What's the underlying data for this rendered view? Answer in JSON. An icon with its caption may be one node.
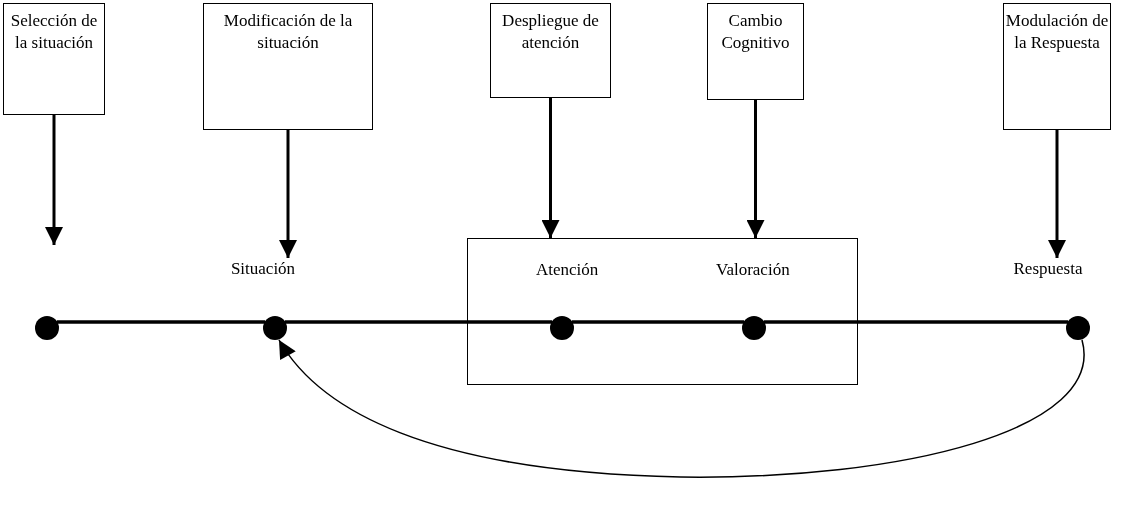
{
  "diagram": {
    "nodes": [
      {
        "text": [
          "Selección de la situación"
        ]
      },
      {
        "text": [
          "Modificación de la situación"
        ]
      },
      {
        "text": [
          "Despliegue de atención"
        ]
      },
      {
        "text": [
          "Cambio Cognitivo"
        ]
      },
      {
        "text": [
          "Modulación de la Respuesta"
        ]
      },
      {
        "text": [
          "Situación"
        ]
      },
      {
        "text": [
          "Atención",
          "Valoración"
        ]
      },
      {
        "text": [
          "Respuesta"
        ]
      },
      {
        "text": [],
        "shape": "circle"
      },
      {
        "text": [],
        "shape": "circle"
      },
      {
        "text": [],
        "shape": "circle",
        "in": 6
      },
      {
        "text": [],
        "shape": "circle",
        "in": 6
      },
      {
        "text": [],
        "shape": "circle"
      }
    ],
    "edges": [
      {
        "from": 0,
        "to": null,
        "arrow": "to"
      },
      {
        "from": 1,
        "to": 5,
        "arrow": "to"
      },
      {
        "from": 2,
        "to": 6,
        "arrow": "to"
      },
      {
        "from": 3,
        "to": 6,
        "arrow": "to"
      },
      {
        "from": 4,
        "to": 7,
        "arrow": "to"
      },
      {
        "from": 8,
        "to": 9,
        "arrow": "none"
      },
      {
        "from": 9,
        "to": 10,
        "arrow": "none"
      },
      {
        "from": 10,
        "to": 11,
        "arrow": "none"
      },
      {
        "from": 11,
        "to": 12,
        "arrow": "none"
      },
      {
        "from": 12,
        "to": 9,
        "arrow": "to"
      }
    ]
  }
}
